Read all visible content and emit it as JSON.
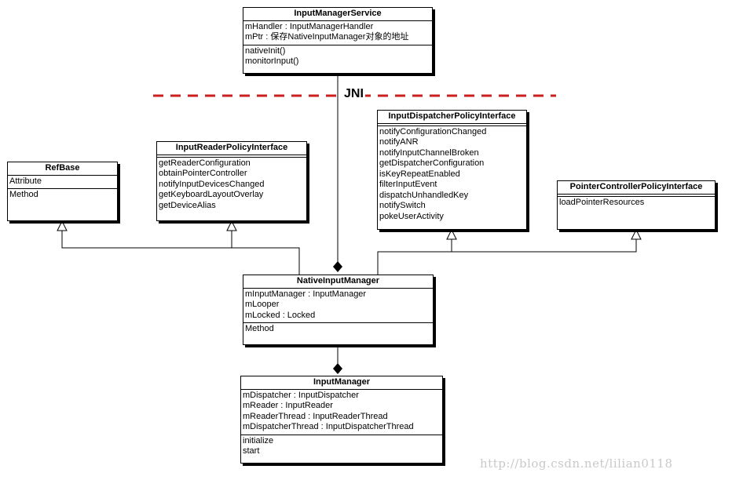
{
  "jni_label": "JNI",
  "watermark": "http://blog.csdn.net/lilian0118",
  "colors": {
    "jni_line": "#cc1f1f",
    "line": "#000000"
  },
  "classes": {
    "input_manager_service": {
      "name": "InputManagerService",
      "attributes": [
        "mHandler : InputManagerHandler",
        "mPtr : 保存NativeInputManager对象的地址"
      ],
      "methods": [
        "nativeInit()",
        "monitorInput()"
      ]
    },
    "ref_base": {
      "name": "RefBase",
      "attributes": [
        "Attribute"
      ],
      "methods": [
        "Method"
      ]
    },
    "input_reader_policy_interface": {
      "name": "InputReaderPolicyInterface",
      "methods": [
        "getReaderConfiguration",
        "obtainPointerController",
        "notifyInputDevicesChanged",
        "getKeyboardLayoutOverlay",
        "getDeviceAlias"
      ]
    },
    "input_dispatcher_policy_interface": {
      "name": "InputDispatcherPolicyInterface",
      "methods": [
        "notifyConfigurationChanged",
        "notifyANR",
        "notifyInputChannelBroken",
        "getDispatcherConfiguration",
        "isKeyRepeatEnabled",
        "filterInputEvent",
        "dispatchUnhandledKey",
        "notifySwitch",
        "pokeUserActivity"
      ]
    },
    "pointer_controller_policy_interface": {
      "name": "PointerControllerPolicyInterface",
      "methods": [
        "loadPointerResources"
      ]
    },
    "native_input_manager": {
      "name": "NativeInputManager",
      "attributes": [
        "mInputManager : InputManager",
        "mLooper",
        "mLocked : Locked"
      ],
      "methods": [
        "Method"
      ]
    },
    "input_manager": {
      "name": "InputManager",
      "attributes": [
        "mDispatcher : InputDispatcher",
        "mReader : InputReader",
        "mReaderThread : InputReaderThread",
        "mDispatcherThread : InputDispatcherThread"
      ],
      "methods": [
        "initialize",
        "start"
      ]
    }
  }
}
